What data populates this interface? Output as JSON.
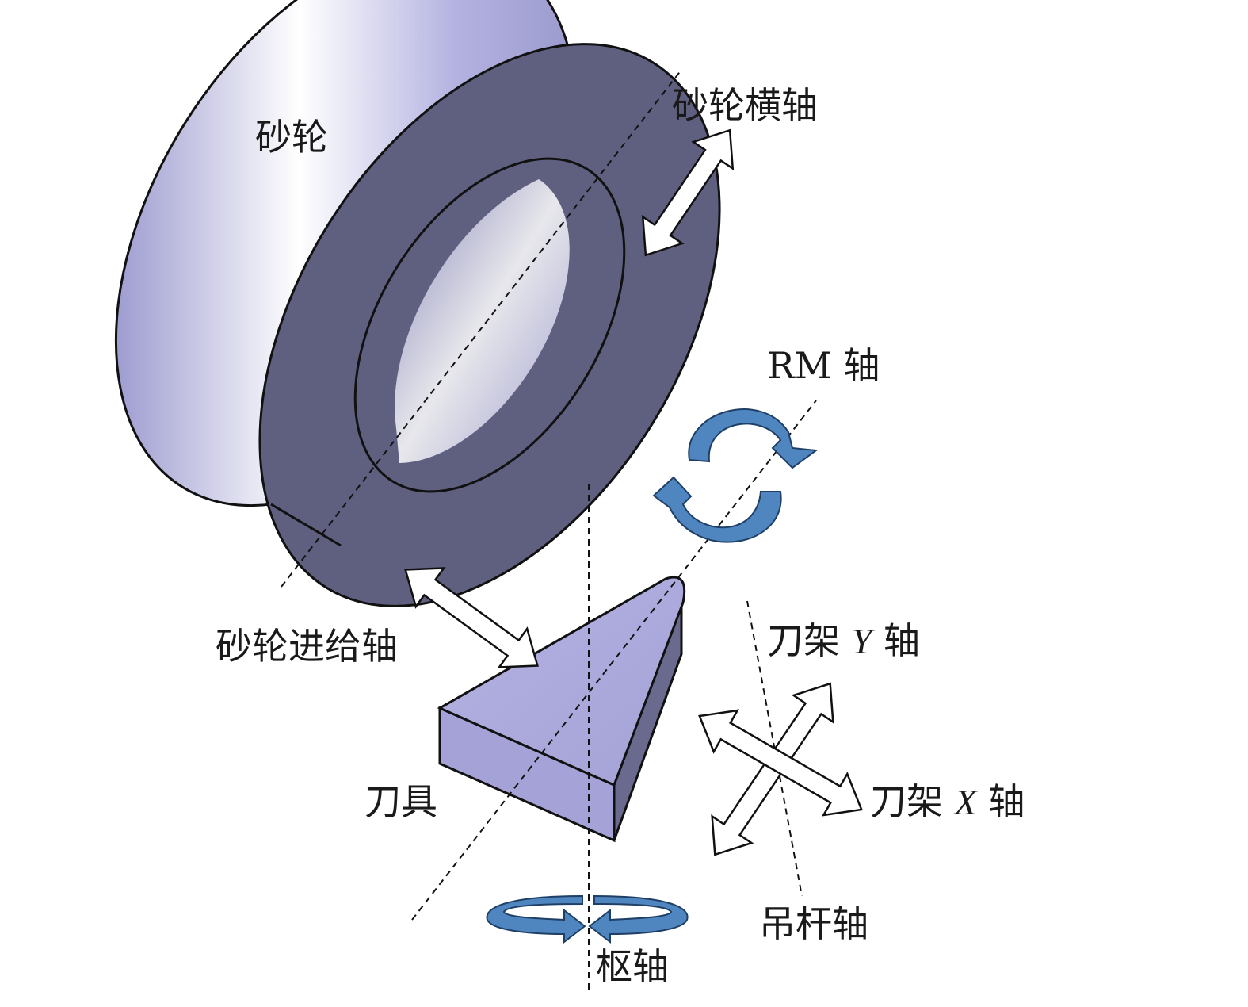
{
  "labels": {
    "wheel": "砂轮",
    "wheel_transverse_axis": "砂轮横轴",
    "rm_axis": "RM 轴",
    "wheel_feed_axis": "砂轮进给轴",
    "holder_y_axis_prefix": "刀架",
    "holder_y_axis_letter": "Y",
    "holder_y_axis_suffix": "轴",
    "tool": "刀具",
    "holder_x_axis_prefix": "刀架",
    "holder_x_axis_letter": "X",
    "holder_x_axis_suffix": "轴",
    "boom_axis": "吊杆轴",
    "pivot_axis": "枢轴"
  },
  "colors": {
    "wheel_face": "#5f5f80",
    "wheel_rim": "#a7a6d6",
    "tool": "#aaa8da",
    "rotation_arrow": "#4f86c0",
    "outline": "#111111"
  }
}
